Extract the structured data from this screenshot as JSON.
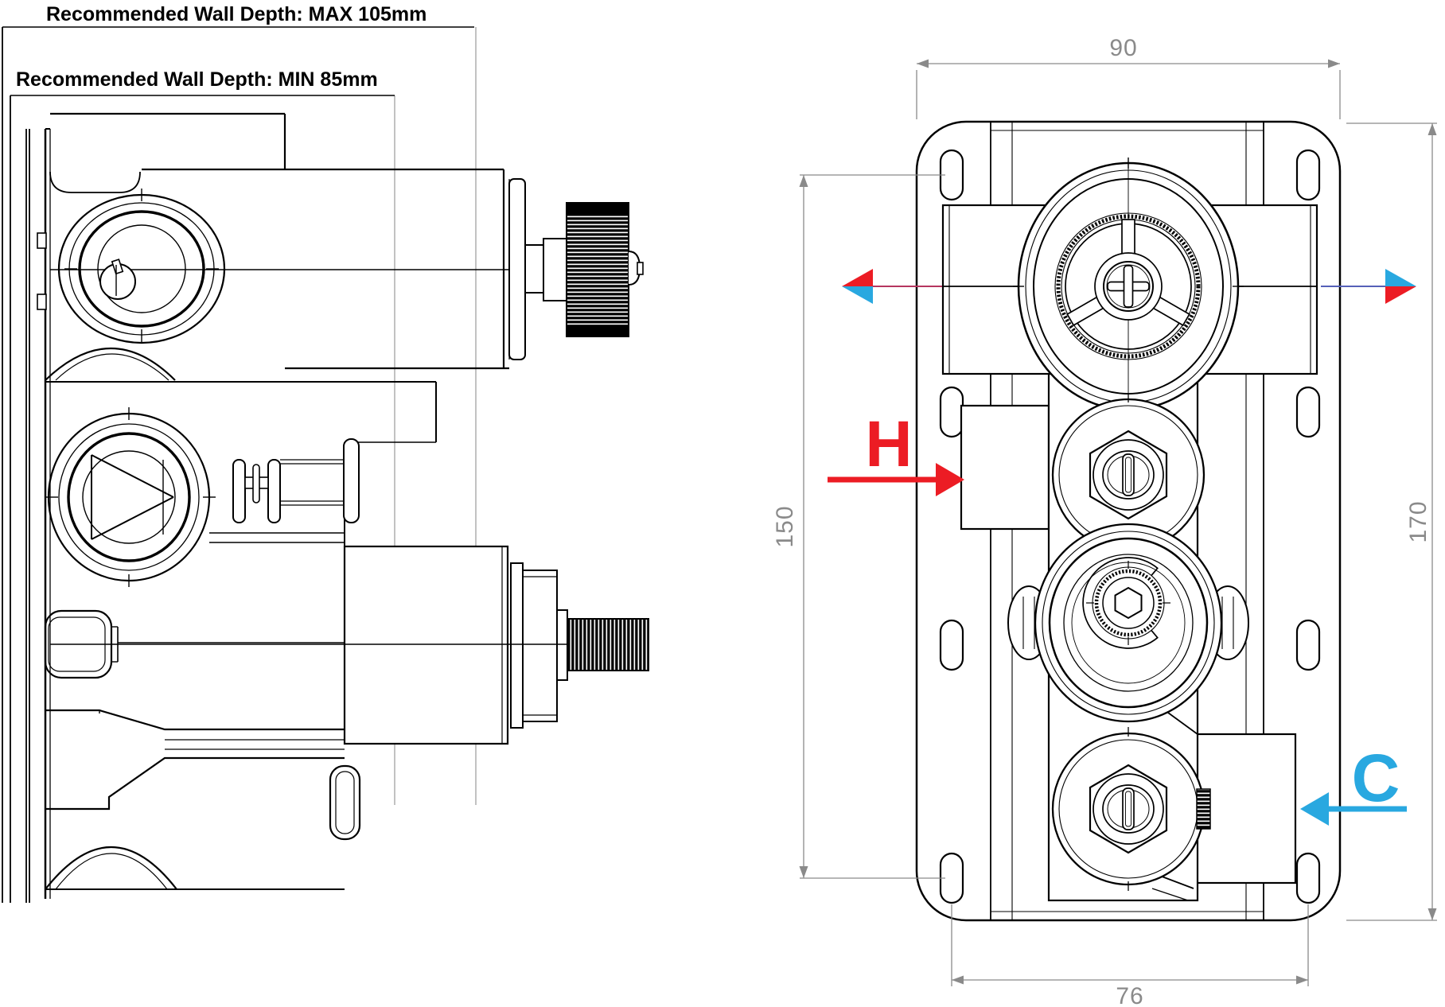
{
  "drawing": {
    "left_view": {
      "label_max": "Recommended Wall Depth: MAX 105mm",
      "label_min": "Recommended Wall Depth: MIN 85mm"
    },
    "right_view": {
      "dim_top": "90",
      "dim_left": "150",
      "dim_right": "170",
      "dim_bottom": "76",
      "hot_label": "H",
      "cold_label": "C"
    },
    "dimensions_mm": {
      "plate_width": 90,
      "plate_height": 170,
      "screw_slot_vertical_span": 150,
      "screw_slot_horizontal_span": 76,
      "wall_depth_min": 85,
      "wall_depth_max": 105
    },
    "colors": {
      "hot": "#EC1C24",
      "cold": "#29A8E0",
      "outlet_left_line": "#b5365f",
      "outlet_right_line": "#5560b8",
      "dim": "#8a8a8a",
      "ink": "#000000"
    }
  }
}
